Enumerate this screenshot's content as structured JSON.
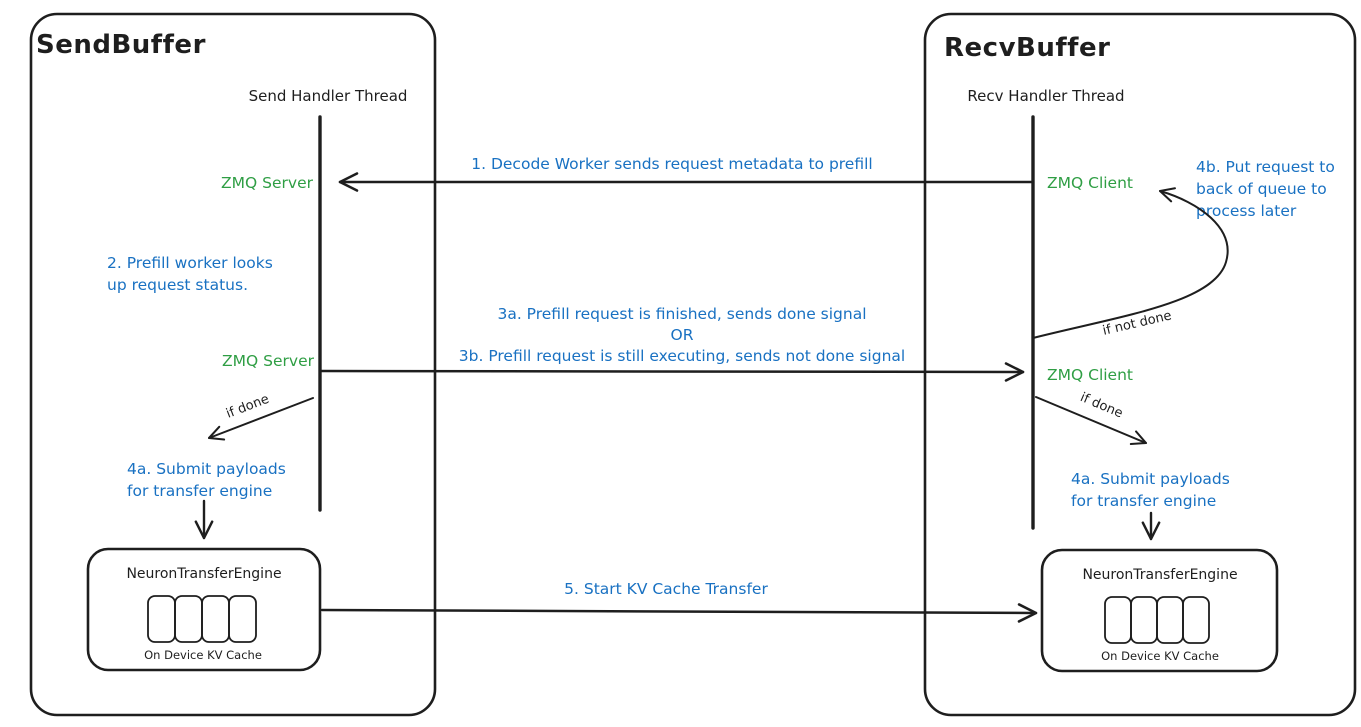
{
  "colors": {
    "ink": "#1e1e1e",
    "blue": "#1971c2",
    "green": "#2f9e44"
  },
  "send_buffer": {
    "title": "SendBuffer",
    "thread_label": "Send Handler Thread",
    "zmq_top_label": "ZMQ Server",
    "zmq_mid_label": "ZMQ Server",
    "step2_line1": "2. Prefill worker looks",
    "step2_line2": "up request status.",
    "if_done_label": "if done",
    "step4a_line1": "4a. Submit payloads",
    "step4a_line2": "for transfer engine",
    "engine": {
      "title": "NeuronTransferEngine",
      "cache_label": "On Device KV Cache"
    }
  },
  "recv_buffer": {
    "title": "RecvBuffer",
    "thread_label": "Recv Handler Thread",
    "zmq_top_label": "ZMQ Client",
    "zmq_mid_label": "ZMQ Client",
    "step4b_line1": "4b. Put request to",
    "step4b_line2": "back of queue to",
    "step4b_line3": "process later",
    "if_not_done_label": "if not done",
    "if_done_label": "if done",
    "step4a_line1": "4a. Submit payloads",
    "step4a_line2": "for transfer engine",
    "engine": {
      "title": "NeuronTransferEngine",
      "cache_label": "On Device KV Cache"
    }
  },
  "messages": {
    "step1": "1. Decode Worker sends request metadata to prefill",
    "step3a": "3a. Prefill request is finished, sends done signal",
    "or": "OR",
    "step3b": "3b. Prefill request is still executing, sends not done signal",
    "step5": "5. Start KV Cache Transfer"
  }
}
